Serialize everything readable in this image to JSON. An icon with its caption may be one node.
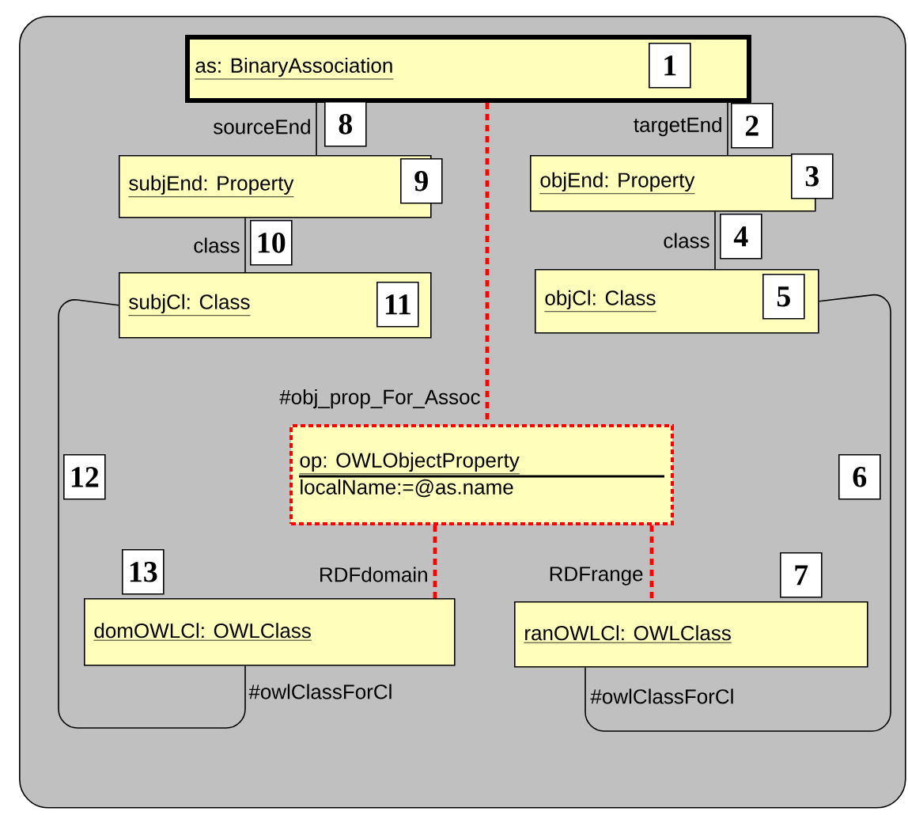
{
  "diagram": {
    "nodes": [
      {
        "text": [],
        "shape": "box"
      },
      {
        "text": [
          "as: BinaryAssociation",
          "1"
        ],
        "in": 0
      },
      {
        "text": [
          "subjEnd: Property",
          "9"
        ],
        "in": 0
      },
      {
        "text": [
          "objEnd: Property",
          "3"
        ],
        "in": 0
      },
      {
        "text": [
          "subjCl: Class",
          "11"
        ],
        "in": 0
      },
      {
        "text": [
          "objCl: Class",
          "5"
        ],
        "in": 0
      },
      {
        "text": [
          "op: OWLObjectProperty",
          "localName:=@as.name"
        ],
        "in": 0
      },
      {
        "text": [
          "domOWLCl: OWLClass"
        ],
        "in": 0,
        "beside": [
          "13"
        ]
      },
      {
        "text": [
          "ranOWLCl: OWLClass"
        ],
        "in": 0,
        "beside": [
          "7"
        ]
      }
    ],
    "edges": [
      {
        "from": 1,
        "to": 2,
        "arrow": "none",
        "label": "sourceEnd"
      },
      {
        "from": 1,
        "to": 3,
        "arrow": "none",
        "label": "targetEnd"
      },
      {
        "from": 2,
        "to": 4,
        "arrow": "none",
        "label": "class"
      },
      {
        "from": 3,
        "to": 5,
        "arrow": "none",
        "label": "class"
      },
      {
        "from": 1,
        "to": 6,
        "arrow": "none",
        "label": "#obj_prop_For_Assoc",
        "style": "dashed",
        "color": "#ff0000"
      },
      {
        "from": 6,
        "to": 7,
        "arrow": "none",
        "label": "RDFdomain",
        "style": "dashed",
        "color": "#ff0000"
      },
      {
        "from": 6,
        "to": 8,
        "arrow": "none",
        "label": "RDFrange",
        "style": "dashed",
        "color": "#ff0000"
      },
      {
        "from": 4,
        "to": 7,
        "arrow": "none",
        "label": "#owlClassForCl"
      },
      {
        "from": 5,
        "to": 8,
        "arrow": "none",
        "label": "#owlClassForCl"
      }
    ],
    "labels": [
      "8",
      "2",
      "10",
      "4",
      "12",
      "6"
    ]
  }
}
